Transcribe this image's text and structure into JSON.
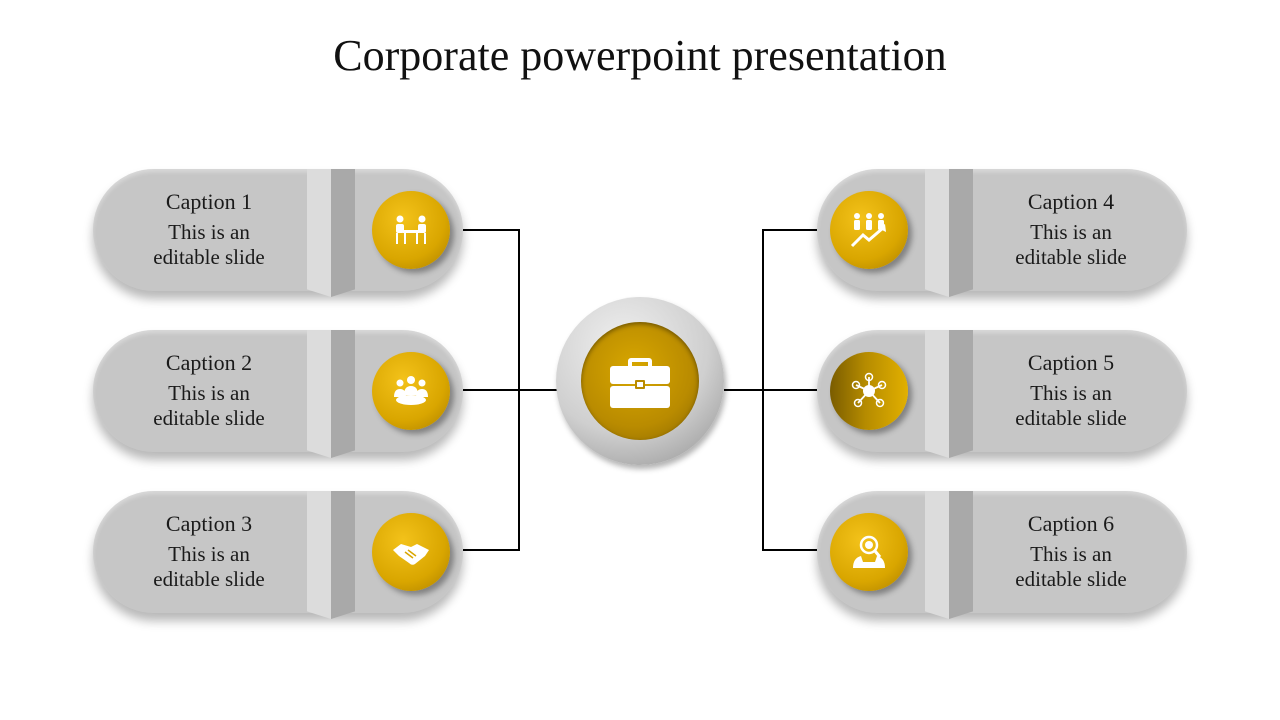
{
  "title": "Corporate powerpoint presentation",
  "colors": {
    "accent": "#d9a600",
    "pill": "#c6c6c6",
    "line": "#000000"
  },
  "hub": {
    "icon": "briefcase-icon"
  },
  "items": [
    {
      "caption": "Caption 1",
      "line1": "This is an",
      "line2": "editable slide",
      "icon": "meeting-table-icon"
    },
    {
      "caption": "Caption 2",
      "line1": "This is an",
      "line2": "editable slide",
      "icon": "team-group-icon"
    },
    {
      "caption": "Caption 3",
      "line1": "This is an",
      "line2": "editable slide",
      "icon": "handshake-icon"
    },
    {
      "caption": "Caption 4",
      "line1": "This is an",
      "line2": "editable slide",
      "icon": "growth-team-icon"
    },
    {
      "caption": "Caption 5",
      "line1": "This is an",
      "line2": "editable slide",
      "icon": "network-icon"
    },
    {
      "caption": "Caption 6",
      "line1": "This is an",
      "line2": "editable slide",
      "icon": "user-search-icon"
    }
  ]
}
